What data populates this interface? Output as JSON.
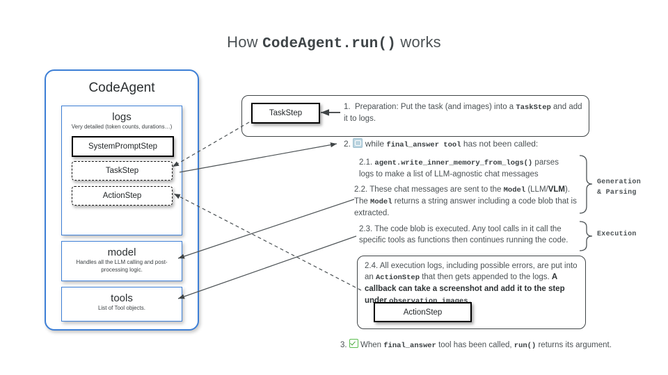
{
  "title": {
    "prefix": "How ",
    "code": "CodeAgent.run()",
    "suffix": " works"
  },
  "agent": {
    "name": "CodeAgent",
    "logs": {
      "heading": "logs",
      "subtitle": "Very detailed (token counts, durations…)",
      "steps": [
        {
          "label": "SystemPromptStep",
          "style": "solid"
        },
        {
          "label": "TaskStep",
          "style": "dashed"
        },
        {
          "label": "ActionStep",
          "style": "dashed"
        }
      ]
    },
    "model": {
      "heading": "model",
      "subtitle": "Handles all the LLM calling and post-processing logic."
    },
    "tools": {
      "heading": "tools",
      "subtitle": "List of Tool objects."
    }
  },
  "nodes": {
    "taskstep": "TaskStep",
    "actionstep": "ActionStep"
  },
  "steps": {
    "s1": {
      "number": "1.",
      "text_a": "Preparation: Put the task (and images) into a ",
      "code_a": "TaskStep",
      "text_b": " and add it to logs."
    },
    "s2": {
      "number": "2.",
      "icon": "cycle-icon",
      "text_a": "while ",
      "code_a": "final_answer tool",
      "text_b": " has not been called:"
    },
    "s21": {
      "number": "2.1.",
      "code_a": "agent.write_inner_memory_from_logs()",
      "text_a": " parses logs to make a list of LLM-agnostic chat messages"
    },
    "s22": {
      "number": "2.2.",
      "text_a": "These chat messages are sent to the ",
      "code_a": "Model",
      "text_b": " (LLM/",
      "bold_a": "VLM",
      "text_c": "). The ",
      "code_b": "Model",
      "text_d": " returns a string answer including a code blob that is extracted."
    },
    "s23": {
      "number": "2.3.",
      "text_a": "The code blob is executed. Any tool calls in it call the specific tools as functions then continues running the code."
    },
    "s24": {
      "number": "2.4.",
      "text_a": "All execution logs, including possible errors, are put into an ",
      "code_a": "ActionStep",
      "text_b": " that then gets appended to the logs. ",
      "bold_a": "A callback can  take a screenshot and add it to the step under ",
      "code_b": "observation_images.",
      "text_c": ""
    },
    "s3": {
      "number": "3.",
      "icon": "check-icon",
      "text_a": "When ",
      "code_a": "final_answer",
      "text_b": " tool has been called, ",
      "code_b": "run()",
      "text_c": " returns its argument."
    }
  },
  "brackets": {
    "generation": "Generation\n& Parsing",
    "generation_l1": "Generation",
    "generation_l2": "& Parsing",
    "execution": "Execution"
  },
  "colors": {
    "blue": "#3d7fd6",
    "text": "#4b5154",
    "dark": "#2b2f31",
    "green": "#5bbd4e",
    "cycle": "#b9d3df"
  }
}
